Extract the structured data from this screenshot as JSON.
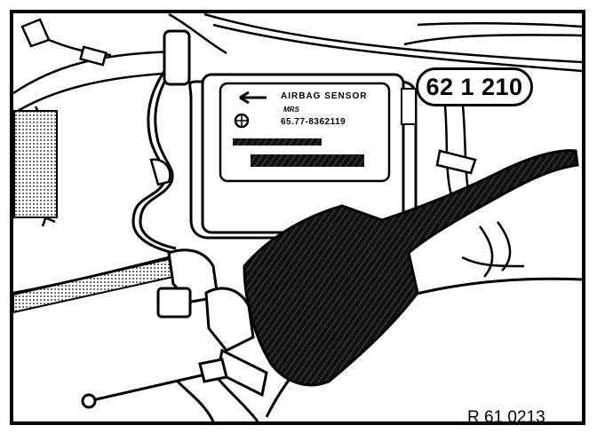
{
  "figure": {
    "tool_number": "62 1 210",
    "reference_code": "R 61 0213"
  },
  "sensor_label": {
    "title": "AIRBAG SENSOR",
    "subtitle": "MRS",
    "part_number": "65.77-8362119"
  },
  "colors": {
    "ink": "#000000",
    "paper": "#ffffff"
  }
}
